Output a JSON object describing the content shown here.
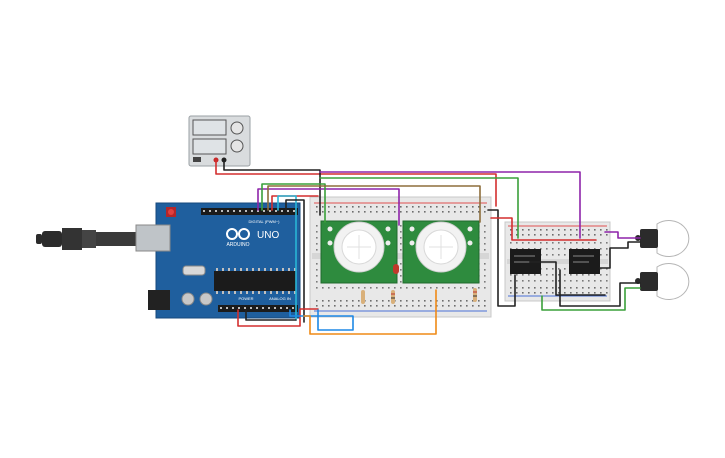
{
  "arduino": {
    "brand": "ARDUINO",
    "model": "UNO",
    "digital_label": "DIGITAL (PWM~)",
    "power_label": "POWER",
    "analog_label": "ANALOG IN"
  },
  "pir_sensors": [
    {
      "id": "pir-1"
    },
    {
      "id": "pir-2"
    }
  ],
  "relays": [
    {
      "id": "relay-1"
    },
    {
      "id": "relay-2"
    }
  ],
  "bulbs": [
    {
      "id": "bulb-1"
    },
    {
      "id": "bulb-2"
    }
  ],
  "colors": {
    "arduino_board": "#1f5f9e",
    "breadboard": "#e8e8e8",
    "pir_board": "#2e8b3e",
    "wire_red": "#d32f2f",
    "wire_black": "#222222",
    "wire_green": "#3aa03a",
    "wire_purple": "#8e24aa",
    "wire_orange": "#ef8a17",
    "wire_blue": "#1e88e5",
    "wire_brown": "#8d6e3c",
    "wire_cyan": "#29b6d6"
  }
}
